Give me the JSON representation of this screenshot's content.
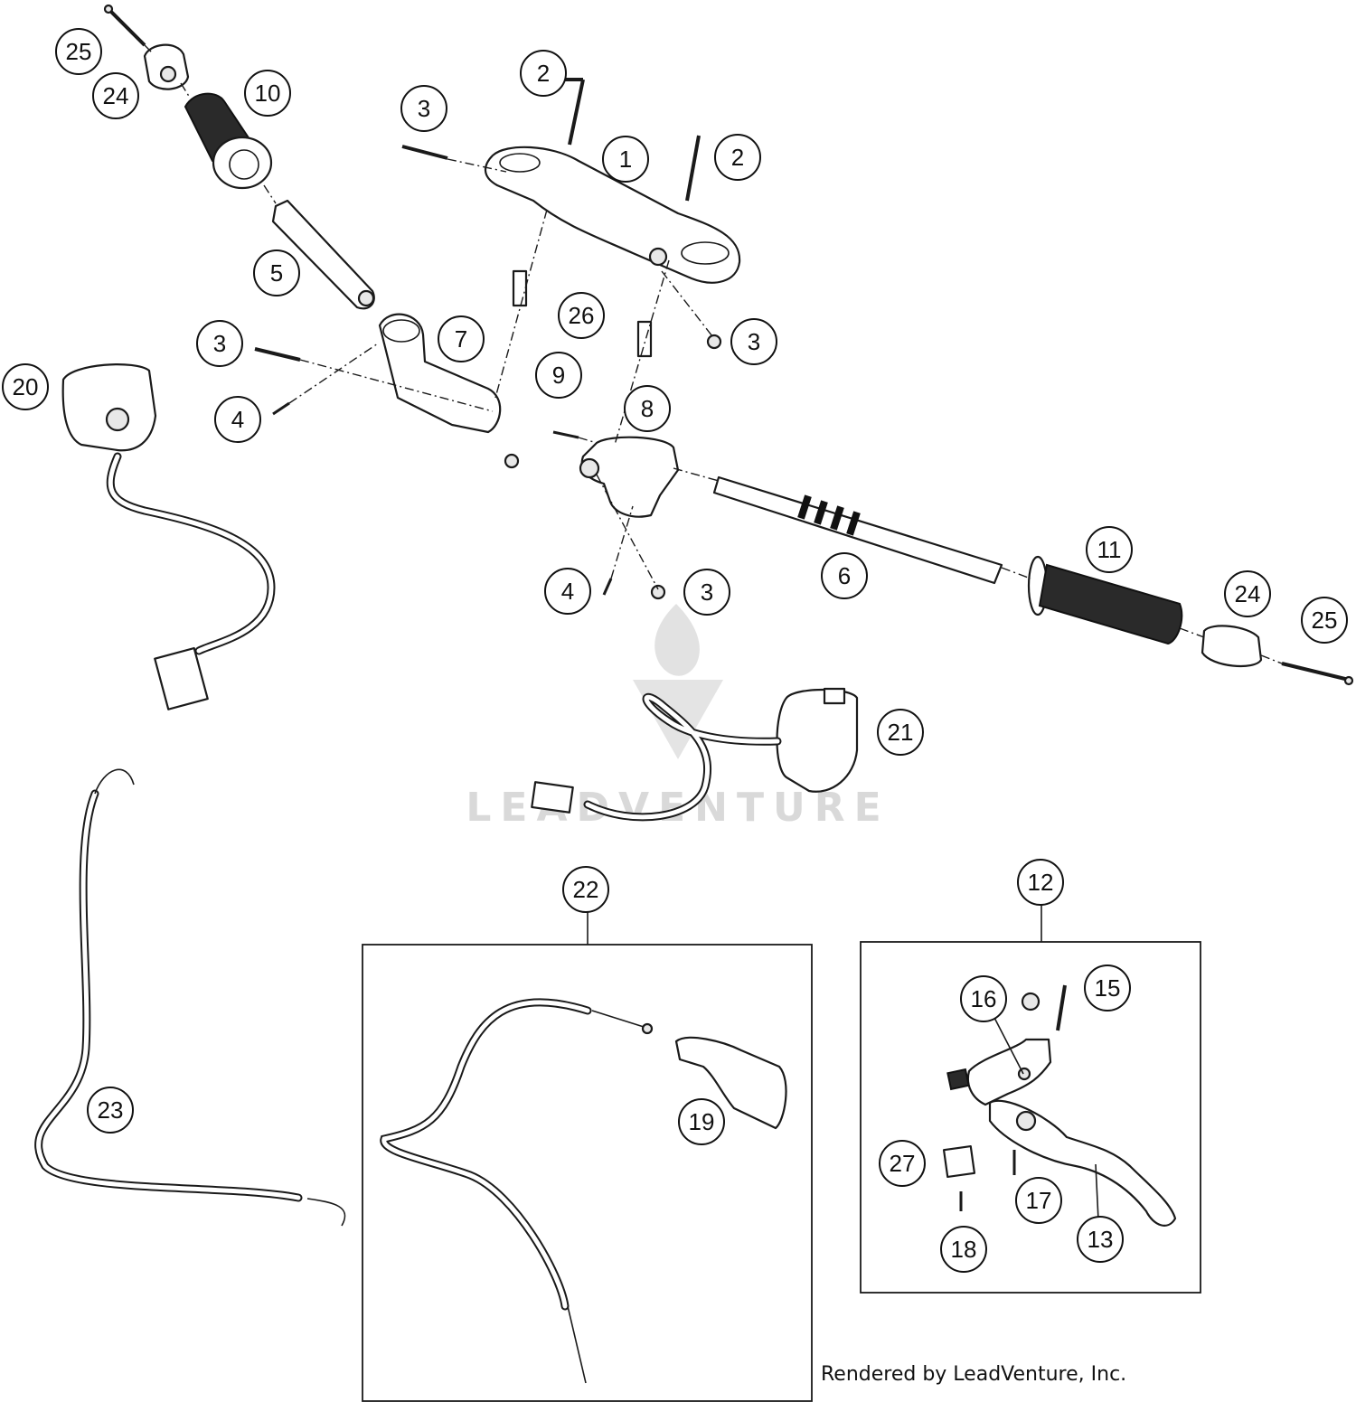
{
  "watermark": "LEADVENTURE",
  "credit": "Rendered by LeadVenture, Inc.",
  "callouts": [
    {
      "label": "25"
    },
    {
      "label": "24"
    },
    {
      "label": "10"
    },
    {
      "label": "2"
    },
    {
      "label": "3"
    },
    {
      "label": "1"
    },
    {
      "label": "2"
    },
    {
      "label": "5"
    },
    {
      "label": "26"
    },
    {
      "label": "3"
    },
    {
      "label": "3"
    },
    {
      "label": "7"
    },
    {
      "label": "20"
    },
    {
      "label": "9"
    },
    {
      "label": "4"
    },
    {
      "label": "8"
    },
    {
      "label": "11"
    },
    {
      "label": "6"
    },
    {
      "label": "4"
    },
    {
      "label": "3"
    },
    {
      "label": "24"
    },
    {
      "label": "25"
    },
    {
      "label": "21"
    },
    {
      "label": "22"
    },
    {
      "label": "12"
    },
    {
      "label": "16"
    },
    {
      "label": "15"
    },
    {
      "label": "23"
    },
    {
      "label": "19"
    },
    {
      "label": "27"
    },
    {
      "label": "17"
    },
    {
      "label": "13"
    },
    {
      "label": "18"
    }
  ]
}
